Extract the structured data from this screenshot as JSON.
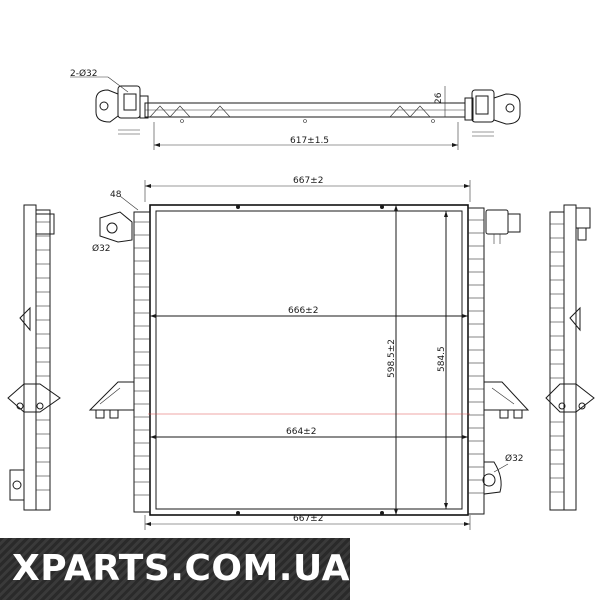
{
  "dimensions": {
    "top_pipes": "2-Ø32",
    "top_height": "26",
    "top_width": "617±1.5",
    "core_width_top": "667±2",
    "core_width_bottom": "667±2",
    "upper_tank": "666±2",
    "lower_tank": "664±2",
    "height_inner": "598.5±2",
    "height_outer": "584.5",
    "side_pipe": "Ø32",
    "bracket_angle": "48",
    "left_pipe": "Ø32"
  },
  "watermark": "XPARTS.COM.UA",
  "colors": {
    "line": "#1a1a1a",
    "banner": "#2a2a2a",
    "banner_text": "#ffffff",
    "accent": "#e05050"
  }
}
